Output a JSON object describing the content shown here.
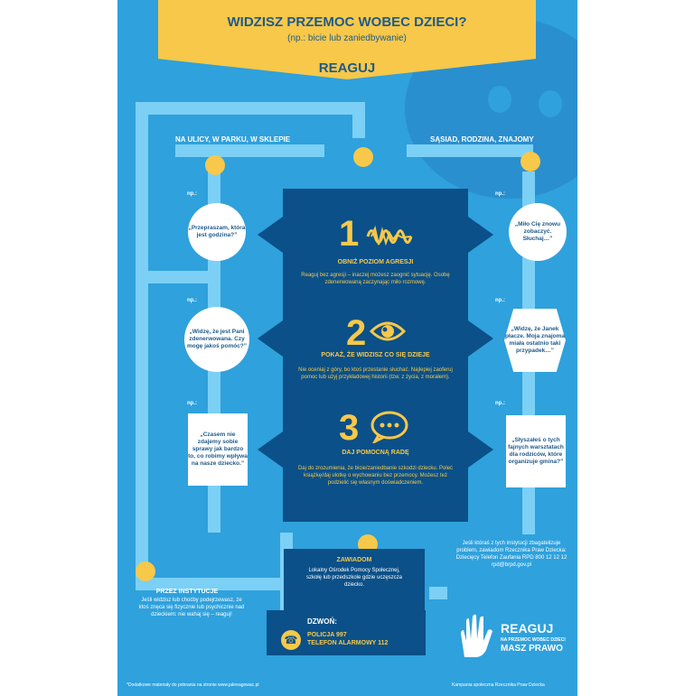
{
  "header": {
    "title": "WIDZISZ  PRZEMOC WOBEC DZIECI?",
    "subtitle": "(np.: bicie lub zaniedbywanie)",
    "action": "REAGUJ"
  },
  "columns": {
    "left_heading": "NA ULICY, W PARKU, W SKLEPIE",
    "right_heading": "SĄSIAD, RODZINA, ZNAJOMY"
  },
  "np_label": "np.:",
  "left_bubbles": [
    "„Przepraszam, która jest godzina?”",
    "„Widzę, że jest Pani zdenerwowana. Czy mogę jakoś pomóc?”",
    "„Czasem nie zdajemy sobie sprawy jak bardzo to, co robimy wpływa na nasze dziecko.”"
  ],
  "right_bubbles": [
    "„Miło Cię znowu zobaczyć. Słuchaj…”",
    "„Widzę, że Janek płacze. Moja znajoma miała ostatnio taki przypadek…”",
    "„Słyszałeś o tych fajnych warsztatach dla rodziców, które organizuje gmina?”"
  ],
  "steps": [
    {
      "number": "1",
      "title": "OBNIŻ POZIOM AGRESJI",
      "text": "Reaguj bez agresji – inaczej możesz zaognić sytuację. Osobę zdenerwowaną zaczynając miło rozmowę.",
      "icon": "wave-icon"
    },
    {
      "number": "2",
      "title": "POKAŻ, ŻE WIDZISZ CO SIĘ DZIEJE",
      "text": "Nie oceniaj z góry, bo ktoś przestanie słuchać. Najlepiej zaoferuj pomoc lub użyj przykładowej historii (tzw. z życia, z morałem).",
      "icon": "eye-icon"
    },
    {
      "number": "3",
      "title": "DAJ POMOCNĄ RADĘ",
      "text": "Daj do zrozumienia, że bicie/zaniedbanie szkodzi dziecku. Poleć książkę/daj ulotkę o wychowaniu bez przemocy. Możesz też podzielić się własnym doświadczeniem.",
      "icon": "speech-bubble-icon"
    }
  ],
  "institutions": {
    "title": "PRZEZ INSTYTUCJE",
    "text": "Jeśli widzisz lub choćby podejrzewasz, że ktoś znęca się fizycznie lub psychicznie nad dzieckiem: nie wahaj się – reaguj!"
  },
  "notify": {
    "title": "ZAWIADOM",
    "text": "Lokalny Ośrodek Pomocy Społecznej, szkołę lub przedszkole gdzie uczęszcza dziecko."
  },
  "call": {
    "title": "DZWOŃ:",
    "line1": "POLICJA 997",
    "line2": "TELEFON ALARMOWY 112"
  },
  "ombudsman": {
    "text": "Jeśli któraś z tych instytucji zbagatelizuje problem, zawiadom Rzecznika Praw Dziecka: Dziecięcy Telefon Zaufania RPD 800 12 12 12 rpd@brpd.gov.pl"
  },
  "logo": {
    "line1": "REAGUJ",
    "line2": "NA PRZEMOC WOBEC DZIECI",
    "line3": "MASZ PRAWO"
  },
  "footer": {
    "left": "*Dodatkowe materiały do pobrania na stronie www.jakreagowac.pl",
    "right": "Kampania społeczna Rzecznika Praw Dziecka"
  },
  "colors": {
    "background": "#2fa1dc",
    "accent_yellow": "#f7c84a",
    "dark_blue": "#0b5088",
    "path_blue": "#7cd0f5"
  }
}
